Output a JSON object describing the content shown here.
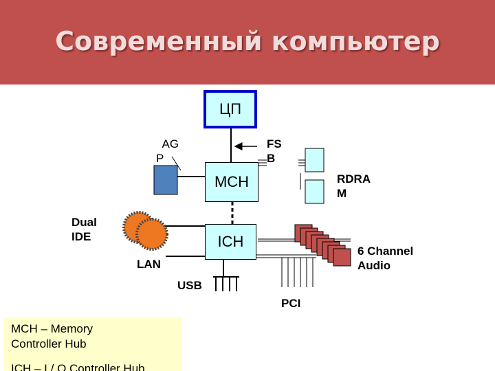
{
  "title": "Современный компьютер",
  "nodes": {
    "cpu": "ЦП",
    "mch": "MCH",
    "ich": "ICH"
  },
  "labels": {
    "agp": "  AG\nP",
    "fsb": "FS\nB",
    "rdram": "RDRA\nM",
    "dual_ide": "Dual\nIDE",
    "lan": "LAN",
    "usb": "USB",
    "pci": "PCI",
    "audio": "6 Channel\nAudio"
  },
  "legend": {
    "mch_line1": "MCH – Memory",
    "mch_line2": "Controller Hub",
    "ich_line": "ICH – I / O Controller Hub"
  },
  "colors": {
    "header": "#c0504d",
    "title": "#f2dcdb",
    "box_fill": "#ccffff",
    "cpu_border": "#0000cc",
    "agp_card": "#4f81bd",
    "disk": "#ee7722",
    "audio_chip": "#c0504d",
    "note_fill": "#ffffcc"
  }
}
